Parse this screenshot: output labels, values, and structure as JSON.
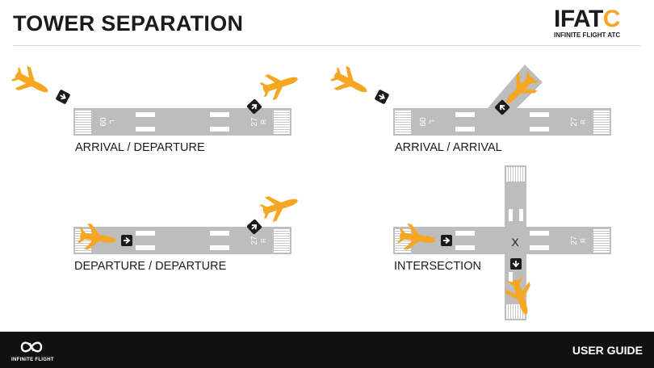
{
  "header": {
    "title": "TOWER SEPARATION"
  },
  "logo": {
    "main_prefix": "IFAT",
    "main_suffix": "C",
    "subtitle": "INFINITE FLIGHT ATC"
  },
  "panels": {
    "arrival_departure": {
      "caption": "ARRIVAL / DEPARTURE"
    },
    "arrival_arrival": {
      "caption": "ARRIVAL / ARRIVAL"
    },
    "departure_departure": {
      "caption": "DEPARTURE / DEPARTURE"
    },
    "intersection": {
      "caption": "INTERSECTION",
      "crossing_mark": "X"
    }
  },
  "runway": {
    "left_number": "09",
    "left_suffix": "L",
    "right_number": "27",
    "right_suffix": "R"
  },
  "footer": {
    "brand": "INFINITE FLIGHT",
    "guide_label": "USER GUIDE"
  },
  "colors": {
    "aircraft": "#f5a623",
    "runway": "#bdbdbd",
    "footer": "#111111"
  }
}
